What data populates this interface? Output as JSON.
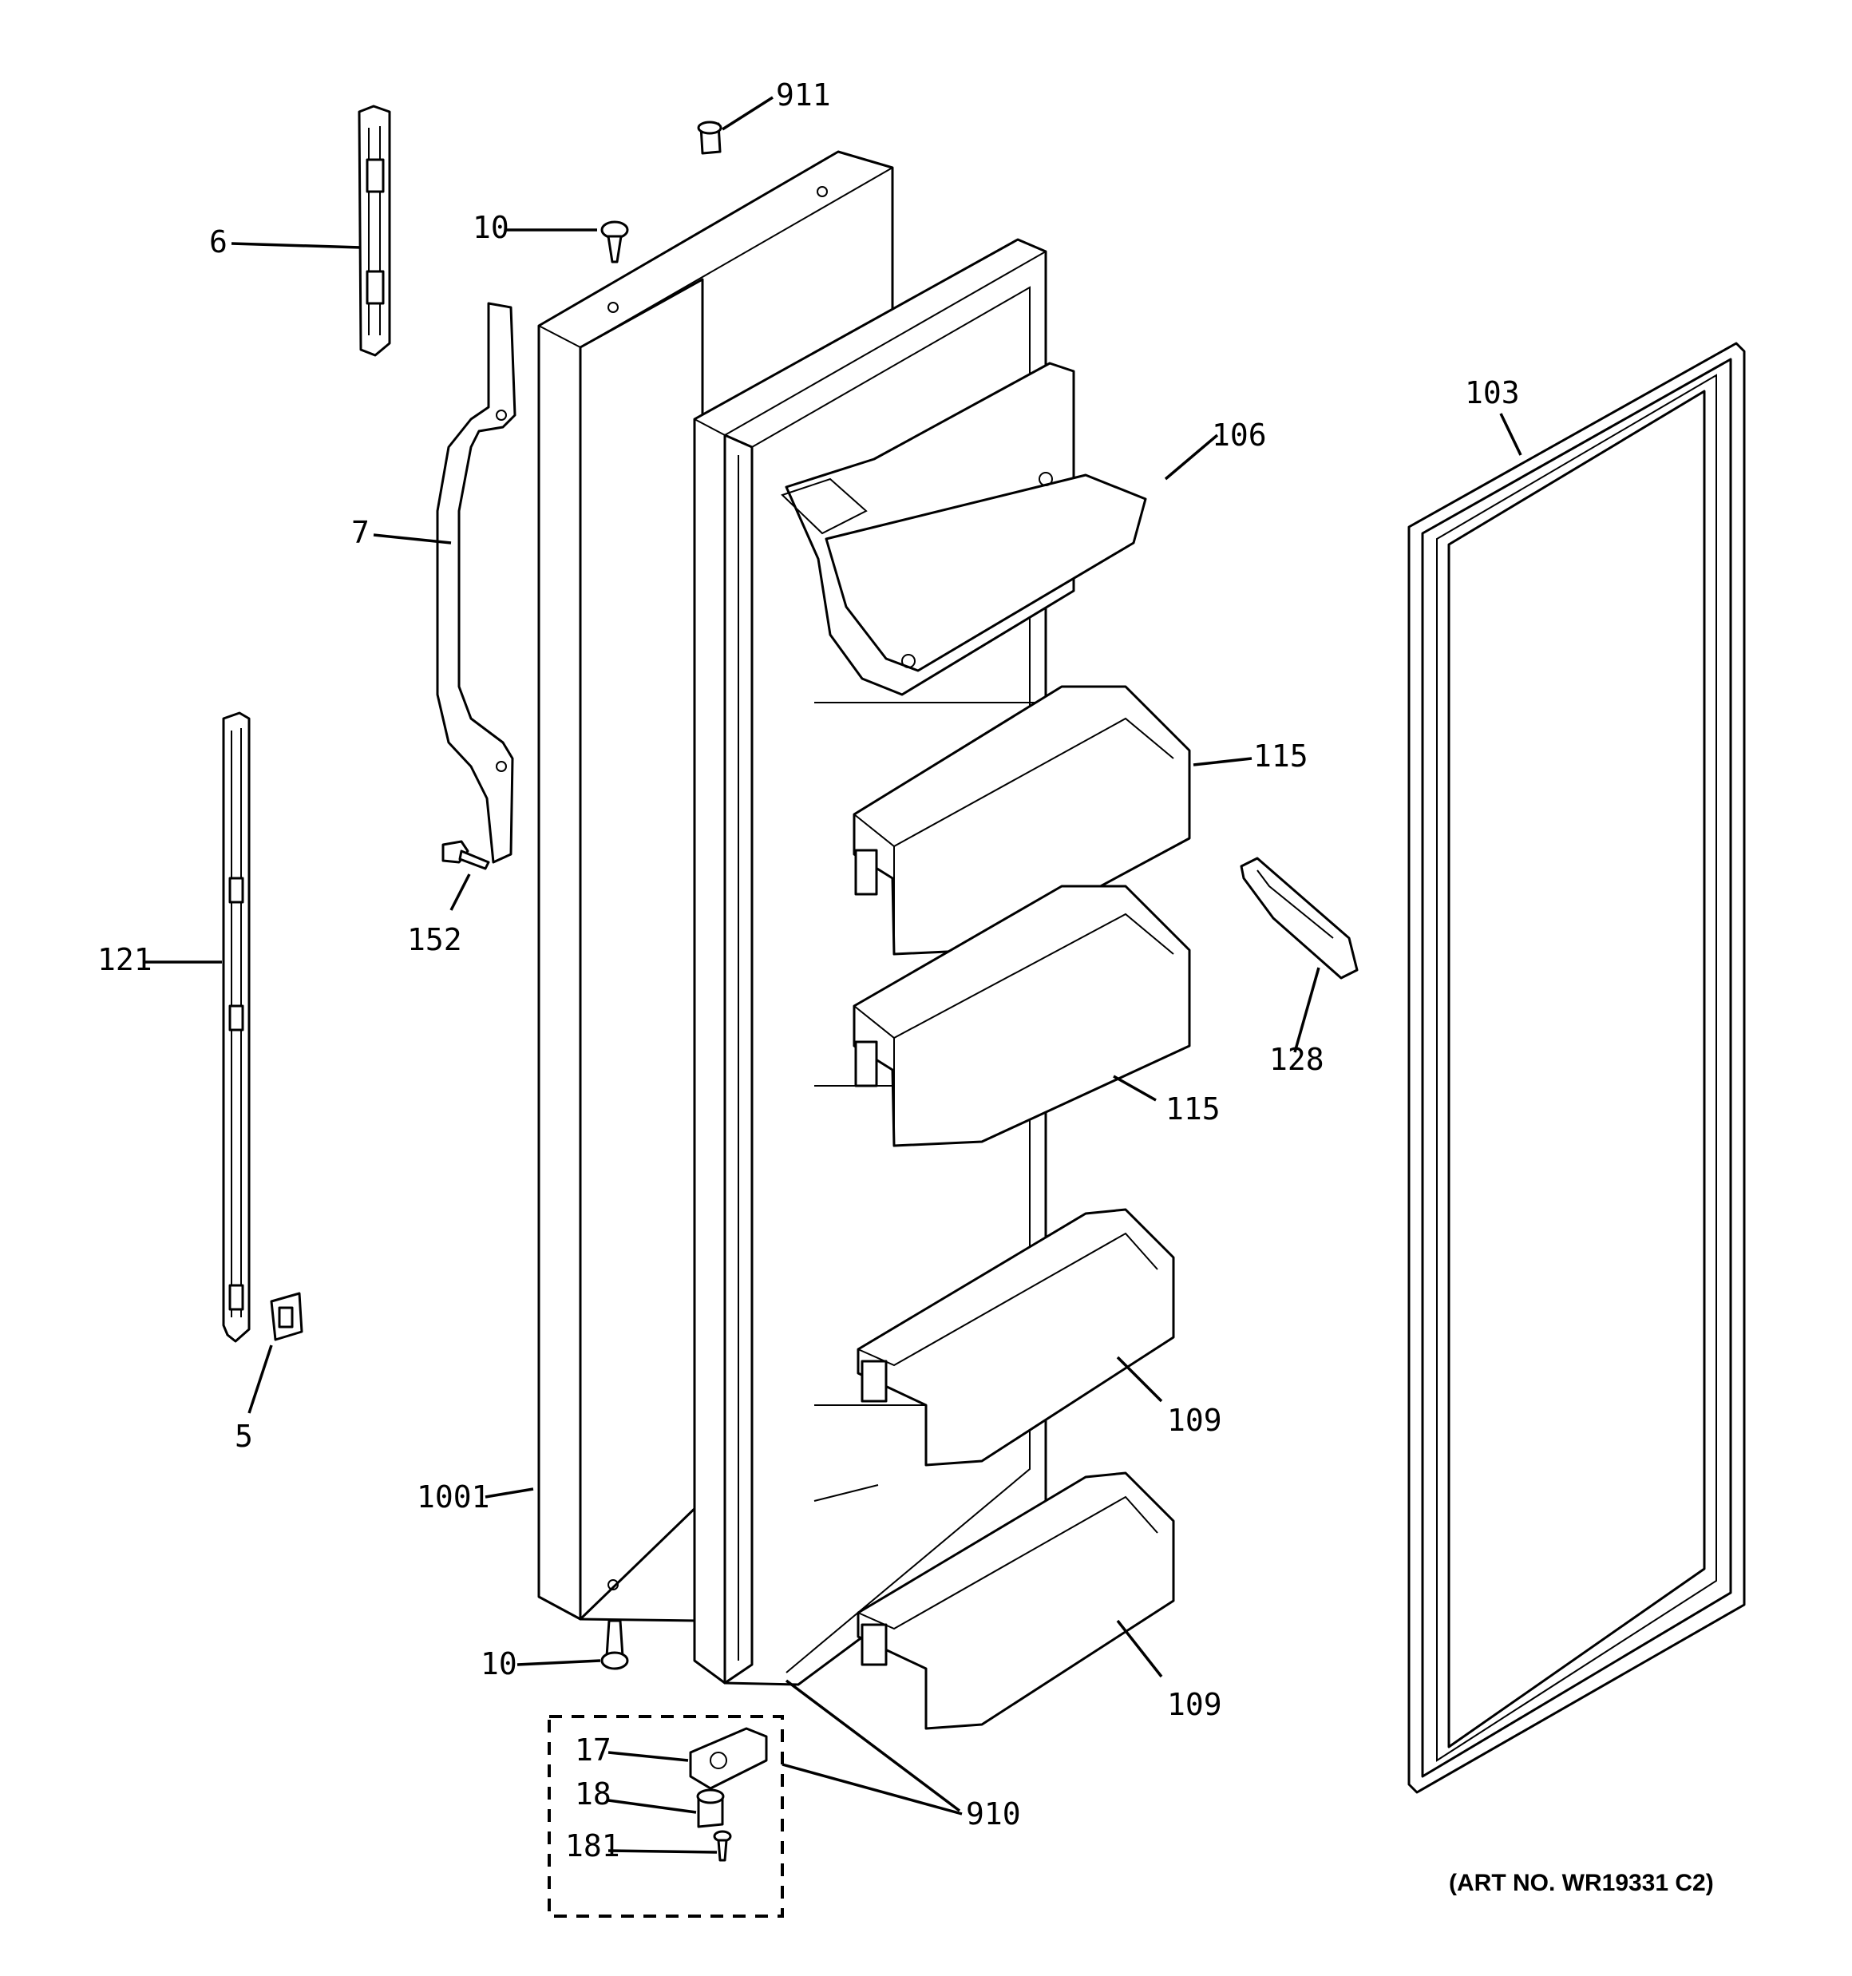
{
  "callouts": {
    "c911": "911",
    "c10_top": "10",
    "c6": "6",
    "c7": "7",
    "c152": "152",
    "c121": "121",
    "c5": "5",
    "c1001": "1001",
    "c10_bottom": "10",
    "c17": "17",
    "c18": "18",
    "c181": "181",
    "c910": "910",
    "c103": "103",
    "c106": "106",
    "c115_upper": "115",
    "c115_lower": "115",
    "c128": "128",
    "c109_upper": "109",
    "c109_lower": "109"
  },
  "art_number": "(ART NO. WR19331 C2)"
}
